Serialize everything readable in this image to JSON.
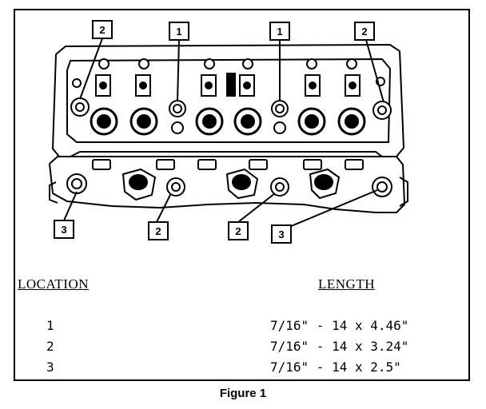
{
  "callouts": {
    "top_left": "2",
    "top_mid_left": "1",
    "top_mid_right": "1",
    "top_right": "2",
    "bottom_left": "3",
    "bottom_mid_left": "2",
    "bottom_mid_right": "2",
    "bottom_right": "3"
  },
  "table": {
    "header_location": "LOCATION",
    "header_length": "LENGTH",
    "rows": [
      {
        "location": "1",
        "length": "7/16\" - 14 x 4.46\""
      },
      {
        "location": "2",
        "length": "7/16\" - 14 x 3.24\""
      },
      {
        "location": "3",
        "length": "7/16\" - 14 x 2.5\""
      }
    ]
  },
  "caption": "Figure 1"
}
